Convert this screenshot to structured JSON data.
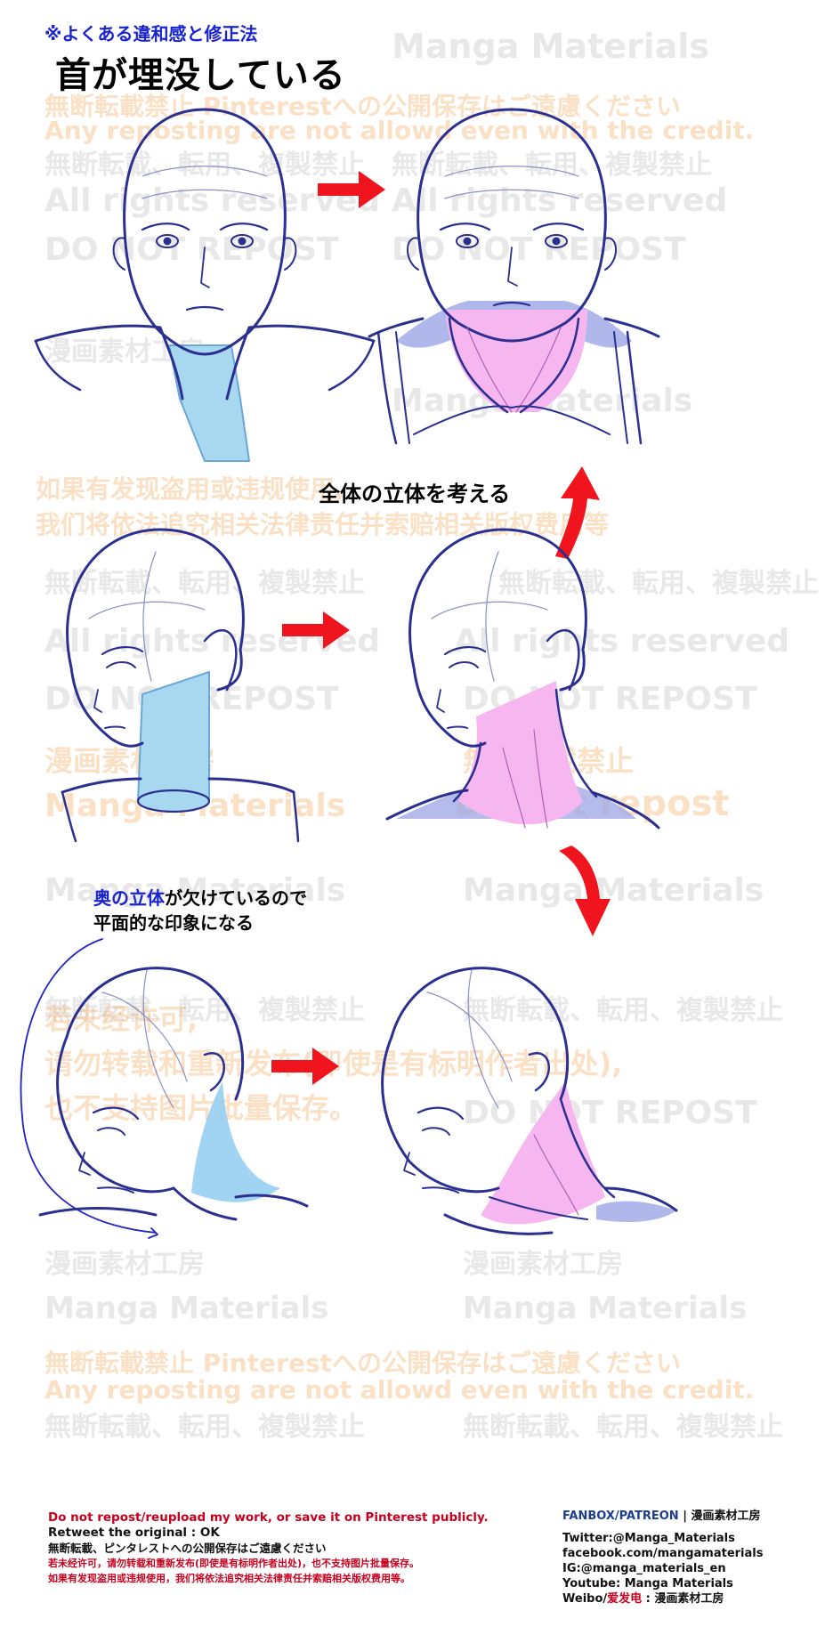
{
  "header": {
    "subtitle": "※よくある違和感と修正法",
    "title": "首が埋没している"
  },
  "captions": {
    "whole_3d": "全体の立体を考える",
    "depth_prefix": "奥の立体",
    "depth_rest": "が欠けているので",
    "flat_impression": "平面的な印象になる"
  },
  "watermarks": {
    "manga_materials": "Manga Materials",
    "pinterest_jp": "無断転載禁止 Pinterestへの公開保存はご遠慮ください",
    "any_reposting": "Any reposting are not allowd even with the credit.",
    "no_reprint_jp": "無断転載、転用、複製禁止",
    "all_rights": "All rights reserved",
    "do_not_repost_caps": "DO NOT REPOST",
    "studio_jp": "漫画素材工房",
    "cn_line1": "如果有发现盗用或违规使用,",
    "cn_line2": "我们将依法追究相关法律责任并索赔相关版权费用等",
    "reprint_ban_jp": "無断転載禁止",
    "do_not_repost": "Do not repost",
    "cn_b1": "若未经许可,",
    "cn_b2": "请勿转载和重新发布(即使是有标明作者出处),",
    "cn_b3": "也不支持图片批量保存。"
  },
  "footer": {
    "left": {
      "line1": "Do not repost/reupload my work, or save it on Pinterest publicly.",
      "line2": "Retweet the original : OK",
      "line3": "無断転載、ピンタレストへの公開保存はご遠慮ください",
      "line4": "若未经许可，请勿转载和重新发布(即使是有标明作者出处)，也不支持图片批量保存。",
      "line5": "如果有发现盗用或违规使用，我们将依法追究相关法律责任并索赔相关版权费用等。"
    },
    "right": {
      "platforms": "FANBOX/PATREON",
      "separator": " | ",
      "studio": "漫画素材工房",
      "twitter": "Twitter:@Manga_Materials",
      "facebook": "facebook.com/mangamaterials",
      "instagram": "IG:@manga_materials_en",
      "youtube": "Youtube: Manga Materials",
      "weibo_prefix": "Weibo/",
      "weibo_red": "爱发电",
      "weibo_suffix": " : 漫画素材工房"
    }
  },
  "colors": {
    "line": "#2b2f8f",
    "fill_blue": "#a8d8f0",
    "fill_pink": "#f6b6f0",
    "shadow_blue": "#9ca6e6",
    "arrow_red": "#f0141e",
    "accent_blue": "#1a24d0"
  }
}
